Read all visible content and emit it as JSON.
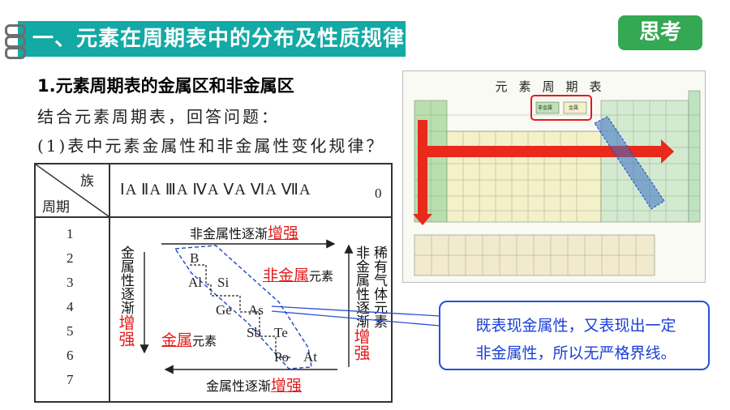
{
  "header": {
    "title": "一、元素在周期表中的分布及性质规律"
  },
  "think_button": "思考",
  "section_heading": "1.元素周期表的金属区和非金属区",
  "instruction": "结合元素周期表，回答问题：",
  "question": "(1)表中元素金属性和非金属性变化规律？",
  "table": {
    "header_group": "族",
    "header_period": "周期",
    "groups": "ⅠA ⅡA ⅢA ⅣA ⅤA ⅥA ⅦA",
    "group_zero": "0",
    "periods": [
      "1",
      "2",
      "3",
      "4",
      "5",
      "6",
      "7"
    ],
    "top_arrow_label": "非金属性逐渐",
    "top_arrow_emph": "增强",
    "bottom_arrow_label": "金属性逐渐",
    "bottom_arrow_emph": "增强",
    "left_arrow_label": "金属性逐渐",
    "left_arrow_emph": "增强",
    "right_arrow_label": "非金属性逐渐",
    "right_arrow_emph": "增强",
    "noble_gas_label": "稀有气体元素",
    "nonmetal_emph": "非金属",
    "nonmetal_suffix": "元素",
    "metal_emph": "金属",
    "metal_suffix": "元素",
    "elements": {
      "b": "B",
      "al": "Al",
      "si": "Si",
      "ge": "Ge",
      "as": "As",
      "sb": "Sb",
      "te": "Te",
      "po": "Po",
      "at": "At"
    }
  },
  "periodic_table_image": {
    "title": "元素周期表",
    "metal_legend": "非金属",
    "nonmetal_legend": "金属"
  },
  "callout": {
    "line1": "既表现金属性，又表现出一定",
    "line2": "非金属性，所以无严格界线。"
  },
  "colors": {
    "banner": "#13a9a4",
    "think": "#34a853",
    "emphasis_red": "#e31b1b",
    "callout_blue": "#1a3fd6",
    "arrow_red": "#e8291c",
    "boundary_blue": "#3a6fc4"
  }
}
